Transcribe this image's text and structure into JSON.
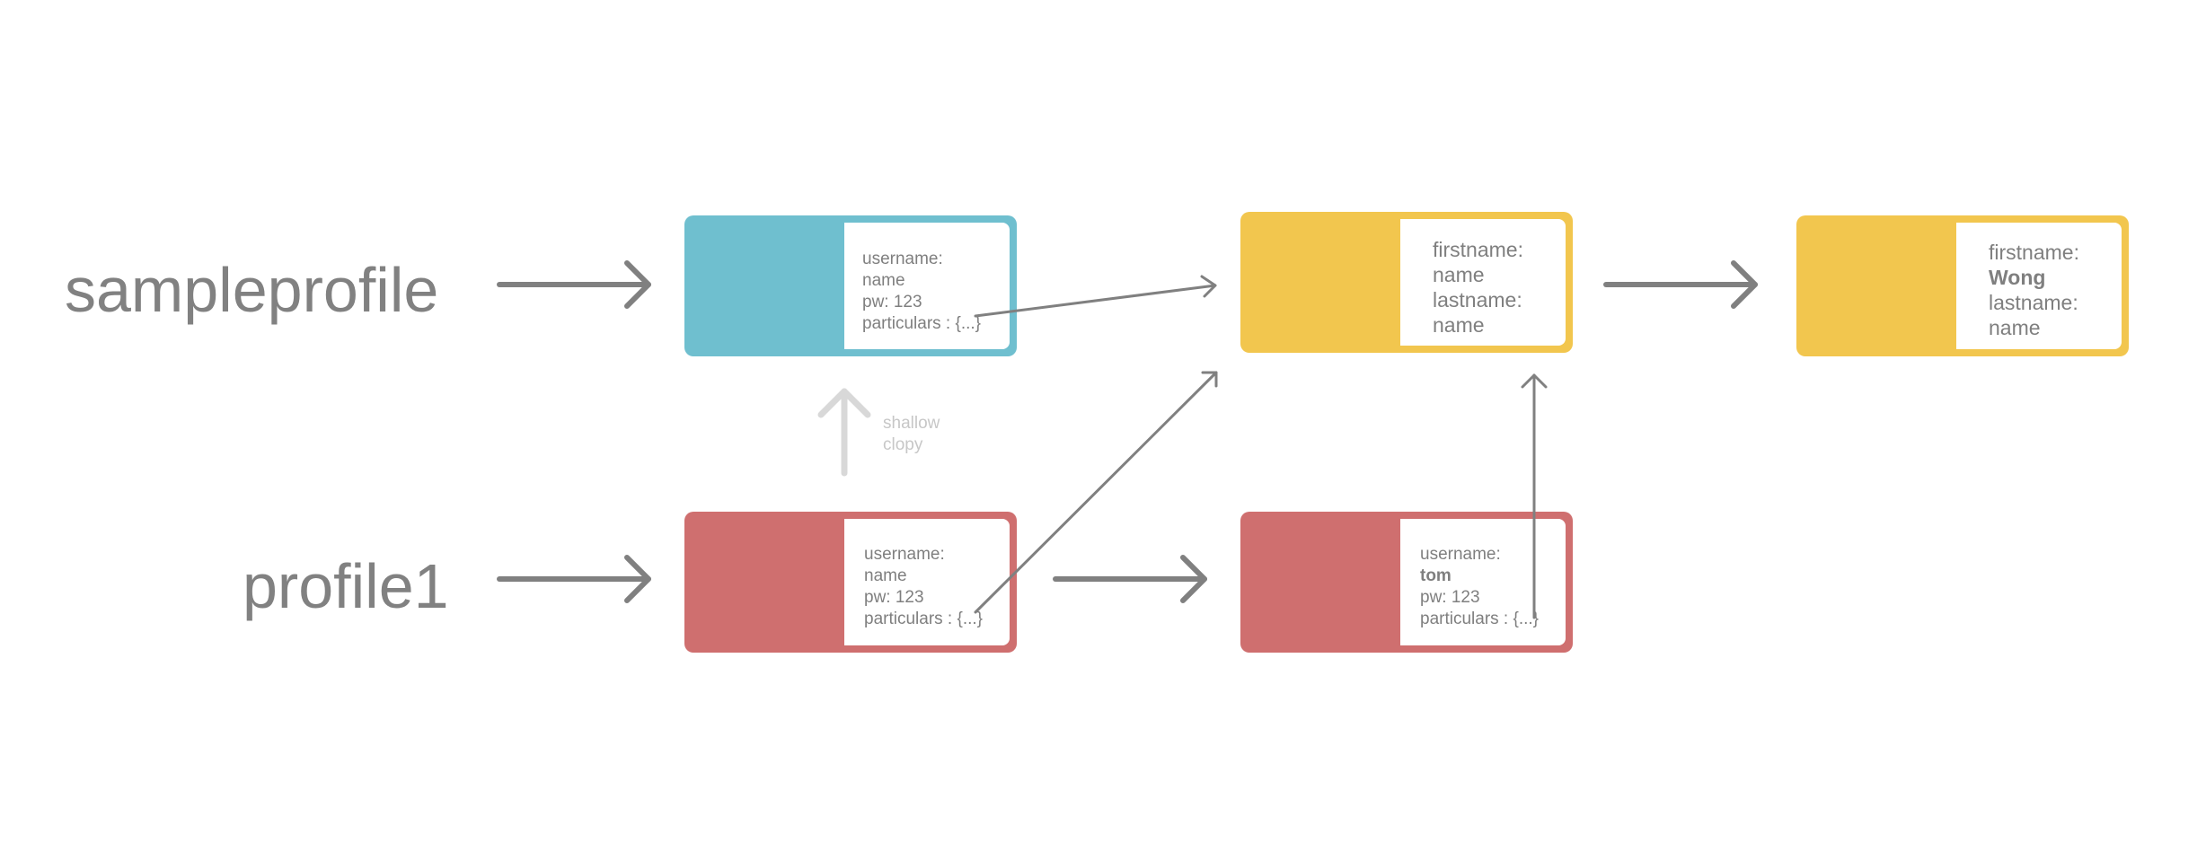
{
  "variables": {
    "sampleprofile": "sampleprofile",
    "profile1": "profile1"
  },
  "objects": {
    "sample_profile": {
      "lines": [
        "username:",
        "name",
        "pw: 123",
        "particulars : {...}"
      ]
    },
    "profile1_copy": {
      "lines": [
        "username:",
        "name",
        "pw: 123",
        "particulars : {...}"
      ]
    },
    "profile1_updated": {
      "lines": [
        "username:",
        "tom",
        "pw: 123",
        "particulars : {...}"
      ]
    },
    "particulars_shared": {
      "lines": [
        "firstname:",
        "name",
        "lastname:",
        "name"
      ]
    },
    "particulars_updated": {
      "lines": [
        "firstname:",
        "Wong",
        "lastname:",
        "name"
      ]
    }
  },
  "annotations": {
    "shallow_copy_line1": "shallow",
    "shallow_copy_line2": "clopy"
  },
  "colors": {
    "blue": "#6fbfcf",
    "red": "#cf6f6f",
    "yellow": "#f2c64e",
    "arrow": "#808080",
    "arrow_light": "#d8d8d8",
    "text": "#7f7f7f"
  }
}
